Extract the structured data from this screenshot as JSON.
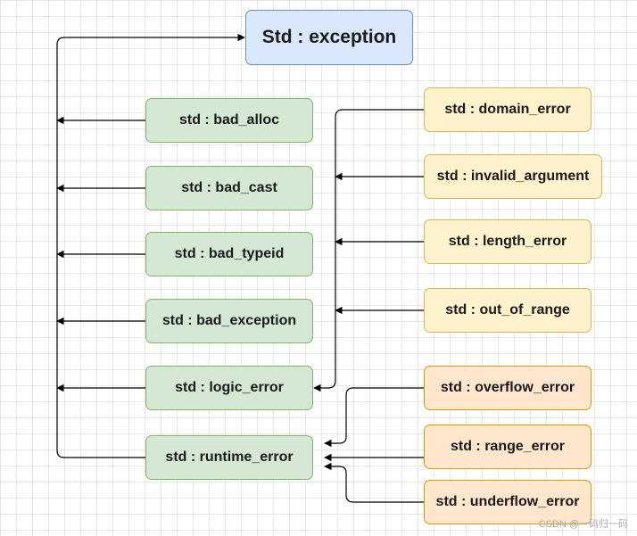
{
  "diagram": {
    "root": "Std : exception",
    "left_nodes": [
      "std : bad_alloc",
      "std : bad_cast",
      "std : bad_typeid",
      "std : bad_exception",
      "std : logic_error",
      "std : runtime_error"
    ],
    "logic_children": [
      "std : domain_error",
      "std : invalid_argument",
      "std : length_error",
      "std : out_of_range"
    ],
    "runtime_children": [
      "std : overflow_error",
      "std : range_error",
      "std : underflow_error"
    ]
  },
  "colors": {
    "root_fill": "#dae8fc",
    "green_fill": "#d5e8d4",
    "yellow_fill": "#fff2cc",
    "orange_fill": "#ffe6cc"
  },
  "watermark": "CSDN @一码归一码"
}
